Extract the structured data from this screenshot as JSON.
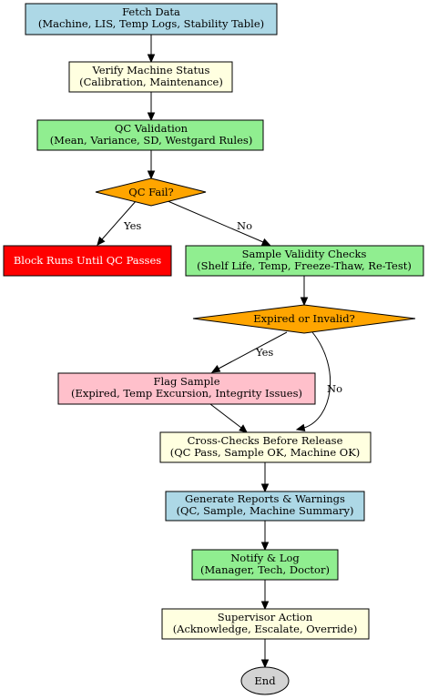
{
  "colors": {
    "blue": "#add8e6",
    "yellow": "#ffffe0",
    "green": "#90ee90",
    "orange": "#ffa500",
    "red": "#ff0000",
    "pink": "#ffc0cb",
    "gray": "#d3d3d3",
    "white_text": "#ffffff",
    "black_text": "#000000"
  },
  "nodes": {
    "fetch": {
      "line1": "Fetch Data",
      "line2": "(Machine, LIS, Temp Logs, Stability Table)"
    },
    "verify": {
      "line1": "Verify Machine Status",
      "line2": "(Calibration, Maintenance)"
    },
    "qc_validation": {
      "line1": "QC Validation",
      "line2": "(Mean, Variance, SD, Westgard Rules)"
    },
    "qc_fail": {
      "line1": "QC Fail?"
    },
    "block": {
      "line1": "Block Runs Until QC Passes"
    },
    "sample_validity": {
      "line1": "Sample Validity Checks",
      "line2": "(Shelf Life, Temp, Freeze-Thaw, Re-Test)"
    },
    "expired": {
      "line1": "Expired or Invalid?"
    },
    "flag": {
      "line1": "Flag Sample",
      "line2": "(Expired, Temp Excursion, Integrity Issues)"
    },
    "cross_checks": {
      "line1": "Cross-Checks Before Release",
      "line2": "(QC Pass, Sample OK, Machine OK)"
    },
    "reports": {
      "line1": "Generate Reports & Warnings",
      "line2": "(QC, Sample, Machine Summary)"
    },
    "notify": {
      "line1": "Notify & Log",
      "line2": "(Manager, Tech, Doctor)"
    },
    "supervisor": {
      "line1": "Supervisor Action",
      "line2": "(Acknowledge, Escalate, Override)"
    },
    "end": {
      "line1": "End"
    }
  },
  "edge_labels": {
    "qc_yes": "Yes",
    "qc_no": "No",
    "exp_yes": "Yes",
    "exp_no": "No"
  }
}
